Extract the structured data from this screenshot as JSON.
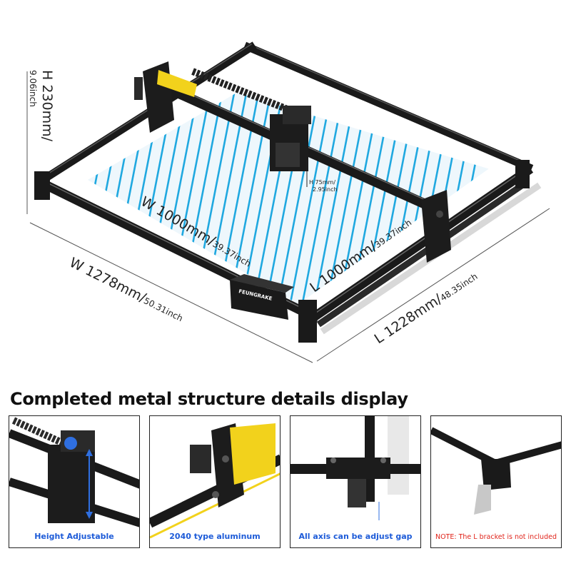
{
  "dimensions": {
    "height_mm": "H 230mm/",
    "height_in": "9.06inch",
    "width_mm": "W 1278mm/",
    "width_in": "50.31inch",
    "length_mm": "L 1228mm/",
    "length_in": "48.35inch",
    "work_width_mm": "W 1000mm/",
    "work_width_in": "39.37inch",
    "work_length_mm": "L 1000mm/",
    "work_length_in": "39.37inch",
    "module_height_mm": "H 75mm/",
    "module_height_in": "2.95inch"
  },
  "brand_label": "FEUNGRAKE",
  "section_title": "Completed metal structure details display",
  "details": [
    {
      "caption": "Height Adjustable"
    },
    {
      "caption": "2040 type aluminum"
    },
    {
      "caption": "All axis can be adjust gap"
    },
    {
      "caption": "NOTE: The L bracket is not included"
    }
  ],
  "colors": {
    "frame": "#1a1a1a",
    "bed_stripe": "#1fa8e0",
    "warning_label": "#f2d21c",
    "caption_blue": "#1d5bd8",
    "caption_red": "#e0241b"
  }
}
